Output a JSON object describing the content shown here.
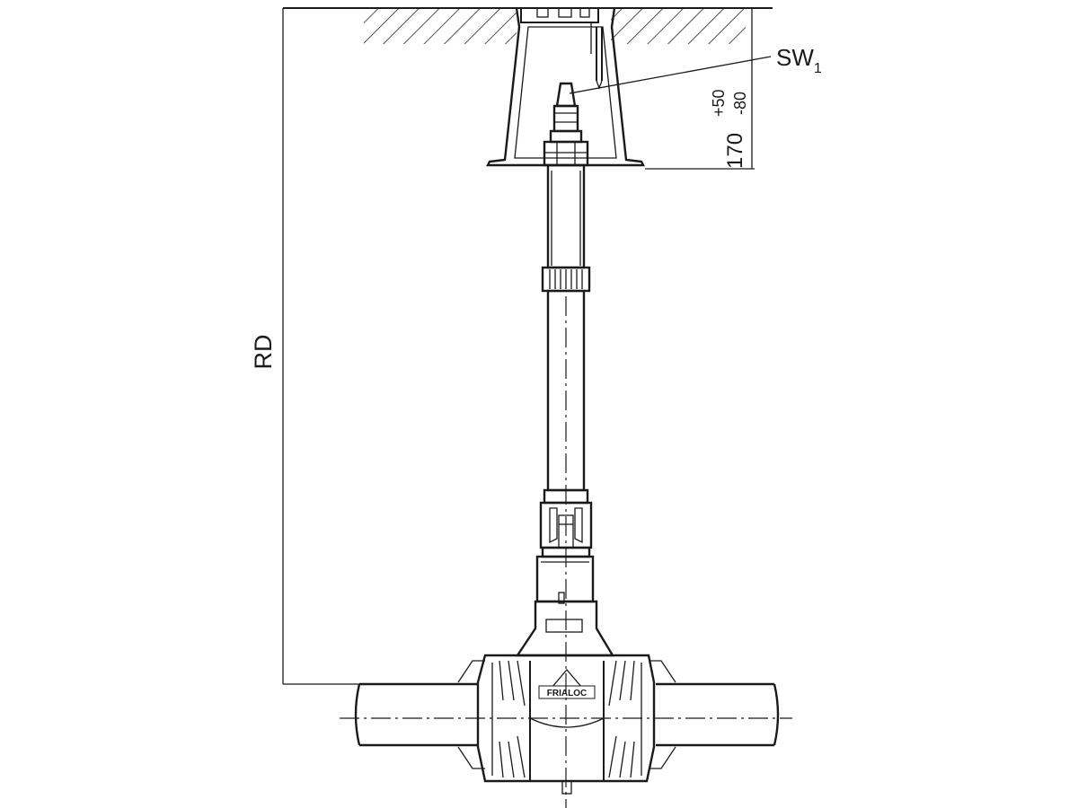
{
  "labels": {
    "sw_main": "SW",
    "sw_sub": "1",
    "depth_base": "170",
    "tol_upper": "+50",
    "tol_lower": "-80",
    "rd": "RD",
    "brand": "FRIALOC"
  },
  "colors": {
    "ink": "#1a1a1a",
    "background": "#ffffff"
  }
}
